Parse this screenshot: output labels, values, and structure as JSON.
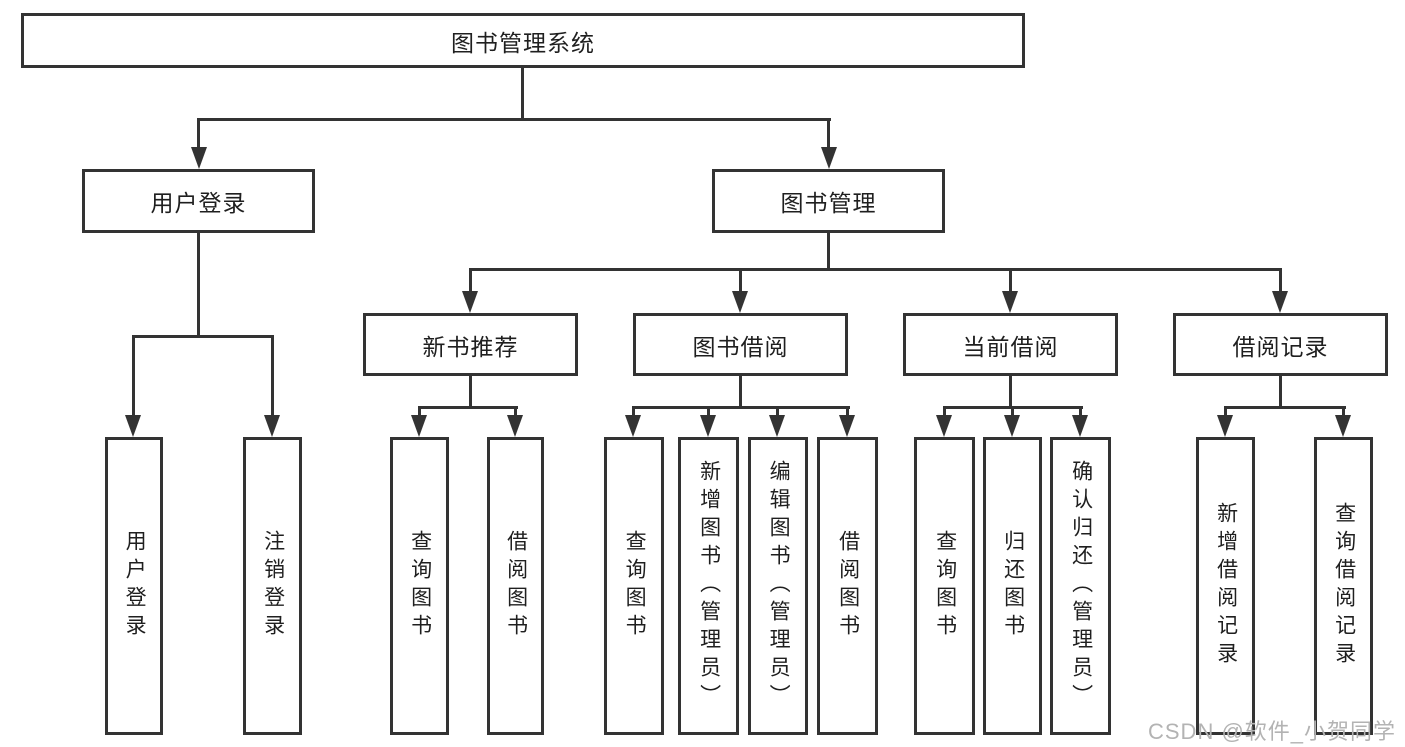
{
  "nodes": {
    "root": "图书管理系统",
    "user": "用户登录",
    "mgmt": "图书管理",
    "newbook": "新书推荐",
    "borrow": "图书借阅",
    "current": "当前借阅",
    "records": "借阅记录"
  },
  "leaves": {
    "user": [
      "用户登录",
      "注销登录"
    ],
    "newbook": [
      "查询图书",
      "借阅图书"
    ],
    "borrow": [
      "查询图书",
      "新增图书（管理员）",
      "编辑图书（管理员）",
      "借阅图书"
    ],
    "current": [
      "查询图书",
      "归还图书",
      "确认归还（管理员）"
    ],
    "records": [
      "新增借阅记录",
      "查询借阅记录"
    ]
  },
  "watermark": "CSDN @软件_小贺同学",
  "colors": {
    "line": "#333333",
    "text": "#1f1f1f",
    "watermark": "#b3b3b3"
  }
}
